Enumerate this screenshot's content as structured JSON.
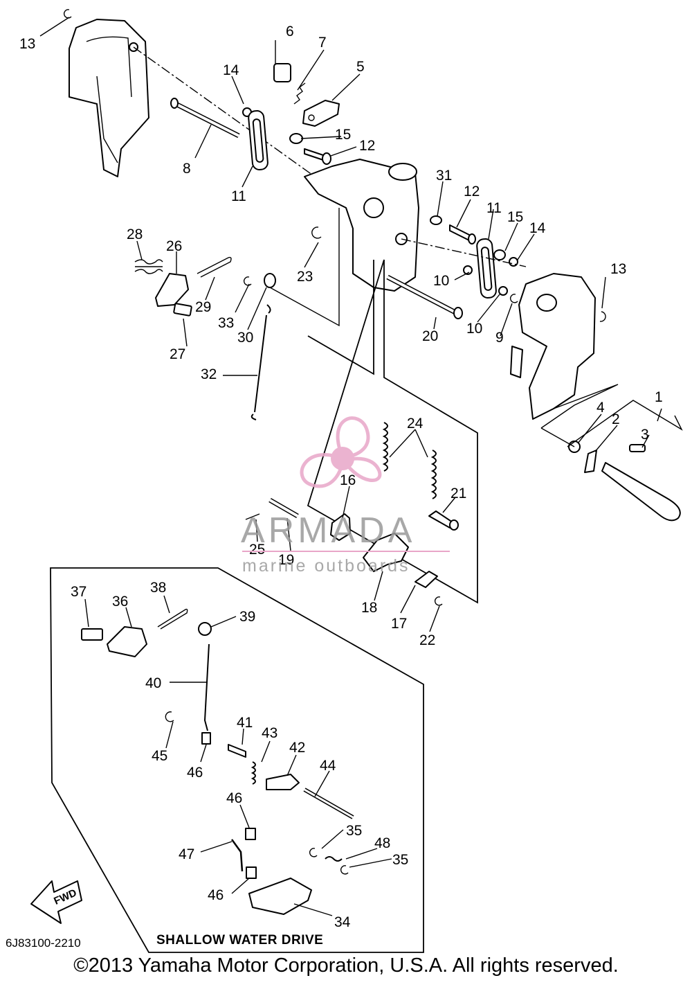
{
  "diagram": {
    "callouts": {
      "c1": "1",
      "c2": "2",
      "c3": "3",
      "c4": "4",
      "c5": "5",
      "c6": "6",
      "c7": "7",
      "c8": "8",
      "c9": "9",
      "c10a": "10",
      "c10b": "10",
      "c11a": "11",
      "c11b": "11",
      "c12a": "12",
      "c12b": "12",
      "c13a": "13",
      "c13b": "13",
      "c14a": "14",
      "c14b": "14",
      "c15a": "15",
      "c15b": "15",
      "c16": "16",
      "c17": "17",
      "c18": "18",
      "c19": "19",
      "c20": "20",
      "c21": "21",
      "c22": "22",
      "c23": "23",
      "c24": "24",
      "c25": "25",
      "c26": "26",
      "c27": "27",
      "c28": "28",
      "c29": "29",
      "c30": "30",
      "c31": "31",
      "c32": "32",
      "c33": "33",
      "c34": "34",
      "c35a": "35",
      "c35b": "35",
      "c36": "36",
      "c37": "37",
      "c38": "38",
      "c39": "39",
      "c40": "40",
      "c41": "41",
      "c42": "42",
      "c43": "43",
      "c44": "44",
      "c45": "45",
      "c46a": "46",
      "c46b": "46",
      "c46c": "46",
      "c47": "47",
      "c48": "48"
    },
    "fwd_label": "FWD",
    "inset_title": "SHALLOW WATER DRIVE",
    "part_code": "6J83100-2210",
    "copyright": "©2013 Yamaha Motor Corporation, U.S.A. All rights reserved.",
    "watermark": {
      "brand": "ARMADA",
      "sub": "marine outboards",
      "color": "#e8a6c8"
    }
  }
}
